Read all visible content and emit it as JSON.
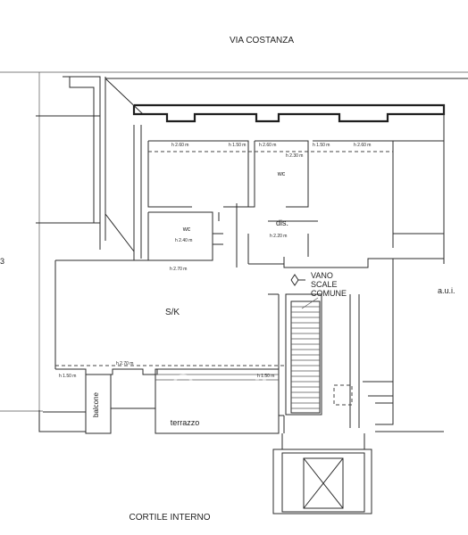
{
  "street_label": "VIA COSTANZA",
  "courtyard_label": "CORTILE INTERNO",
  "side_number": "3",
  "neighbor_label": "a.u.i.",
  "rooms": {
    "wc_upper": "wc",
    "wc_lower": "wc",
    "disimpegno": "dis.",
    "living": "S/K",
    "balcony": "balcone",
    "terrace": "terrazzo",
    "stair_line1": "VANO",
    "stair_line2": "SCALE",
    "stair_line3": "COMUNE"
  },
  "heights": {
    "h1": "h 2.60 m",
    "h2": "h 1.50 m",
    "h3": "h 2.60 m",
    "h4": "h 1.50 m",
    "h5": "h 2.60 m",
    "h6": "h 2.30 m",
    "h7": "h 2.40 m",
    "h8": "h 2.20 m",
    "h9": "h 2.70 m",
    "h10": "h 2.70 m",
    "h11": "h 1.50 m",
    "h12": "h 1.50 m"
  },
  "watermark": "casa.it"
}
